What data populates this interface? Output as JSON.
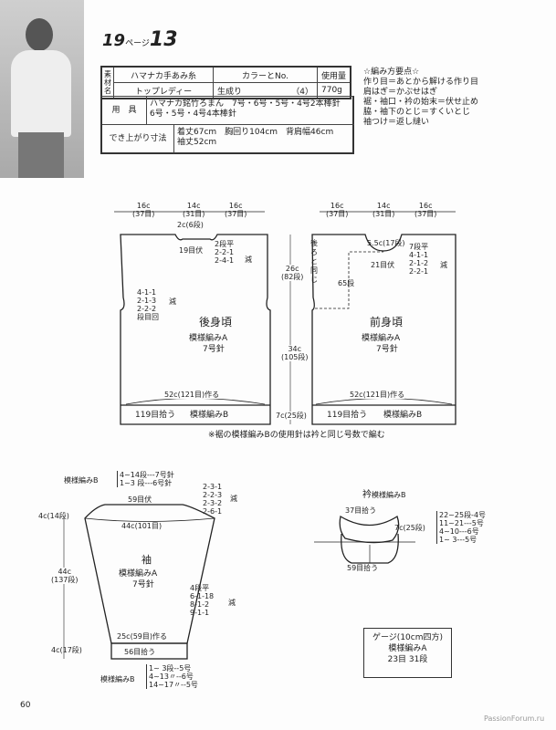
{
  "header": {
    "page_ref": "19",
    "page_word": "ページ",
    "pattern_no": "13"
  },
  "materials": {
    "label": "素材名",
    "yarn_brand": "ハマナカ手あみ糸",
    "color_header": "カラーとNo.",
    "amount_header": "使用量",
    "yarn_name": "トップレディー",
    "color": "生成り",
    "color_no": "（4）",
    "amount": "770g",
    "tools_label": "用　具",
    "tools_line1": "ハマナカ銘竹ろまん　7号・6号・5号・4号2本棒針",
    "tools_line2": "6号・5号・4号4本棒針",
    "size_label": "でき上がり寸法",
    "size_line1": "着丈67cm　胸回り104cm　背肩幅46cm",
    "size_line2": "袖丈52cm"
  },
  "notes": [
    "☆編み方要点☆",
    "作り目＝あとから解ける作り目",
    "肩はぎ＝かぶせはぎ",
    "裾・袖口・衿の始末＝伏せ止め",
    "脇・袖下のとじ＝すくいとじ",
    "袖つけ＝返し縫い"
  ],
  "back": {
    "top_left": "16c",
    "top_left_st": "(37目)",
    "top_mid": "14c",
    "top_mid_st": "(31目)",
    "top_right": "16c",
    "top_right_st": "(37目)",
    "neck_depth": "2c(6段)",
    "neck_bind": "19目伏",
    "neck_dec": [
      "2段平",
      "2-2-1",
      "2-4-1"
    ],
    "dec": "減",
    "arm_dec": [
      "4-1-1",
      "2-1-3",
      "2-2-2",
      "段目回"
    ],
    "title": "後身頃",
    "pattern": "模様編みA",
    "needle": "7号針",
    "cast_on": "52c(121目)作る",
    "pickup": "119目拾う",
    "rib": "模様編みB"
  },
  "front": {
    "top_left": "16c",
    "top_left_st": "(37目)",
    "top_mid": "14c",
    "top_mid_st": "(31目)",
    "top_right": "16c",
    "top_right_st": "(37目)",
    "same_as_back": "後ろと同じ",
    "neck_depth": "5.5c(17段)",
    "neck_bind": "21目伏",
    "neck_dec": [
      "7段平",
      "4-1-1",
      "2-1-2",
      "2-2-1"
    ],
    "dec": "減",
    "rows65": "65段",
    "title": "前身頃",
    "pattern": "模様編みA",
    "needle": "7号針",
    "cast_on": "52c(121目)作る",
    "pickup": "119目拾う",
    "rib": "模様編みB"
  },
  "heights": {
    "upper": "26c",
    "upper_rows": "(82段)",
    "lower": "34c",
    "lower_rows": "(105段)",
    "rib": "7c(25段)"
  },
  "body_note": "※裾の模様編みBの使用針は衿と同じ号数で編む",
  "sleeve": {
    "top_rib_label": "模様編みB",
    "top_rib": [
      "4~14段---7号針",
      "1~3 段---6号針"
    ],
    "bind": "59目伏",
    "cap_dec": [
      "2-3-1",
      "2-2-3",
      "2-3-2",
      "2-6-1"
    ],
    "dec": "減",
    "cap_h": "4c(14段)",
    "width": "44c(101目)",
    "length": "44c",
    "length_rows": "(137段)",
    "title": "袖",
    "pattern": "模様編みA",
    "needle": "7号針",
    "side_dec": [
      "4段平",
      "6-1-18",
      "8-1-2",
      "9-1-1"
    ],
    "cast_on": "25c(59目)作る",
    "pickup": "56目拾う",
    "cuff_h": "4c(17段)",
    "cuff_label": "模様編みB",
    "cuff": [
      "1~ 3段--5号",
      "4~13〃--6号",
      "14~17〃--5号"
    ]
  },
  "collar": {
    "title": "衿",
    "pattern": "模様編みB",
    "pick_top": "37目拾う",
    "pick_bottom": "59目拾う",
    "height": "7c(25段)",
    "rows": [
      "22~25段-4号",
      "11~21---5号",
      "4~10---6号",
      "1~ 3---5号"
    ]
  },
  "gauge": {
    "title": "ゲージ(10cm四方)",
    "pattern": "模様編みA",
    "value": "23目 31段"
  },
  "footer": {
    "page_number": "60",
    "watermark": "PassionForum.ru"
  }
}
